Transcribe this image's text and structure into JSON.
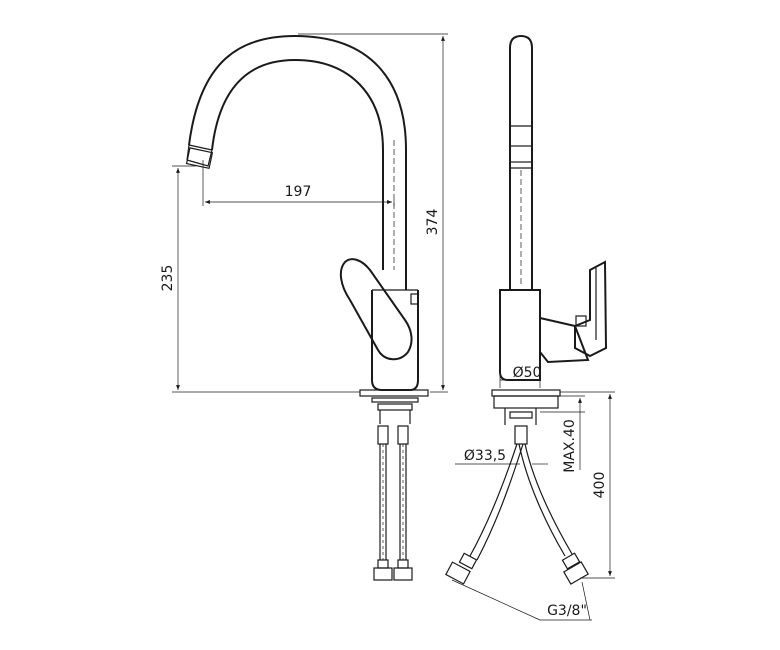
{
  "dimensions": {
    "spout_reach": "197",
    "total_height": "374",
    "spout_height": "235",
    "base_diameter": "Ø50",
    "hole_diameter": "Ø33,5",
    "max_thickness": "MAX.40",
    "hose_length": "400",
    "thread": "G3/8\""
  }
}
